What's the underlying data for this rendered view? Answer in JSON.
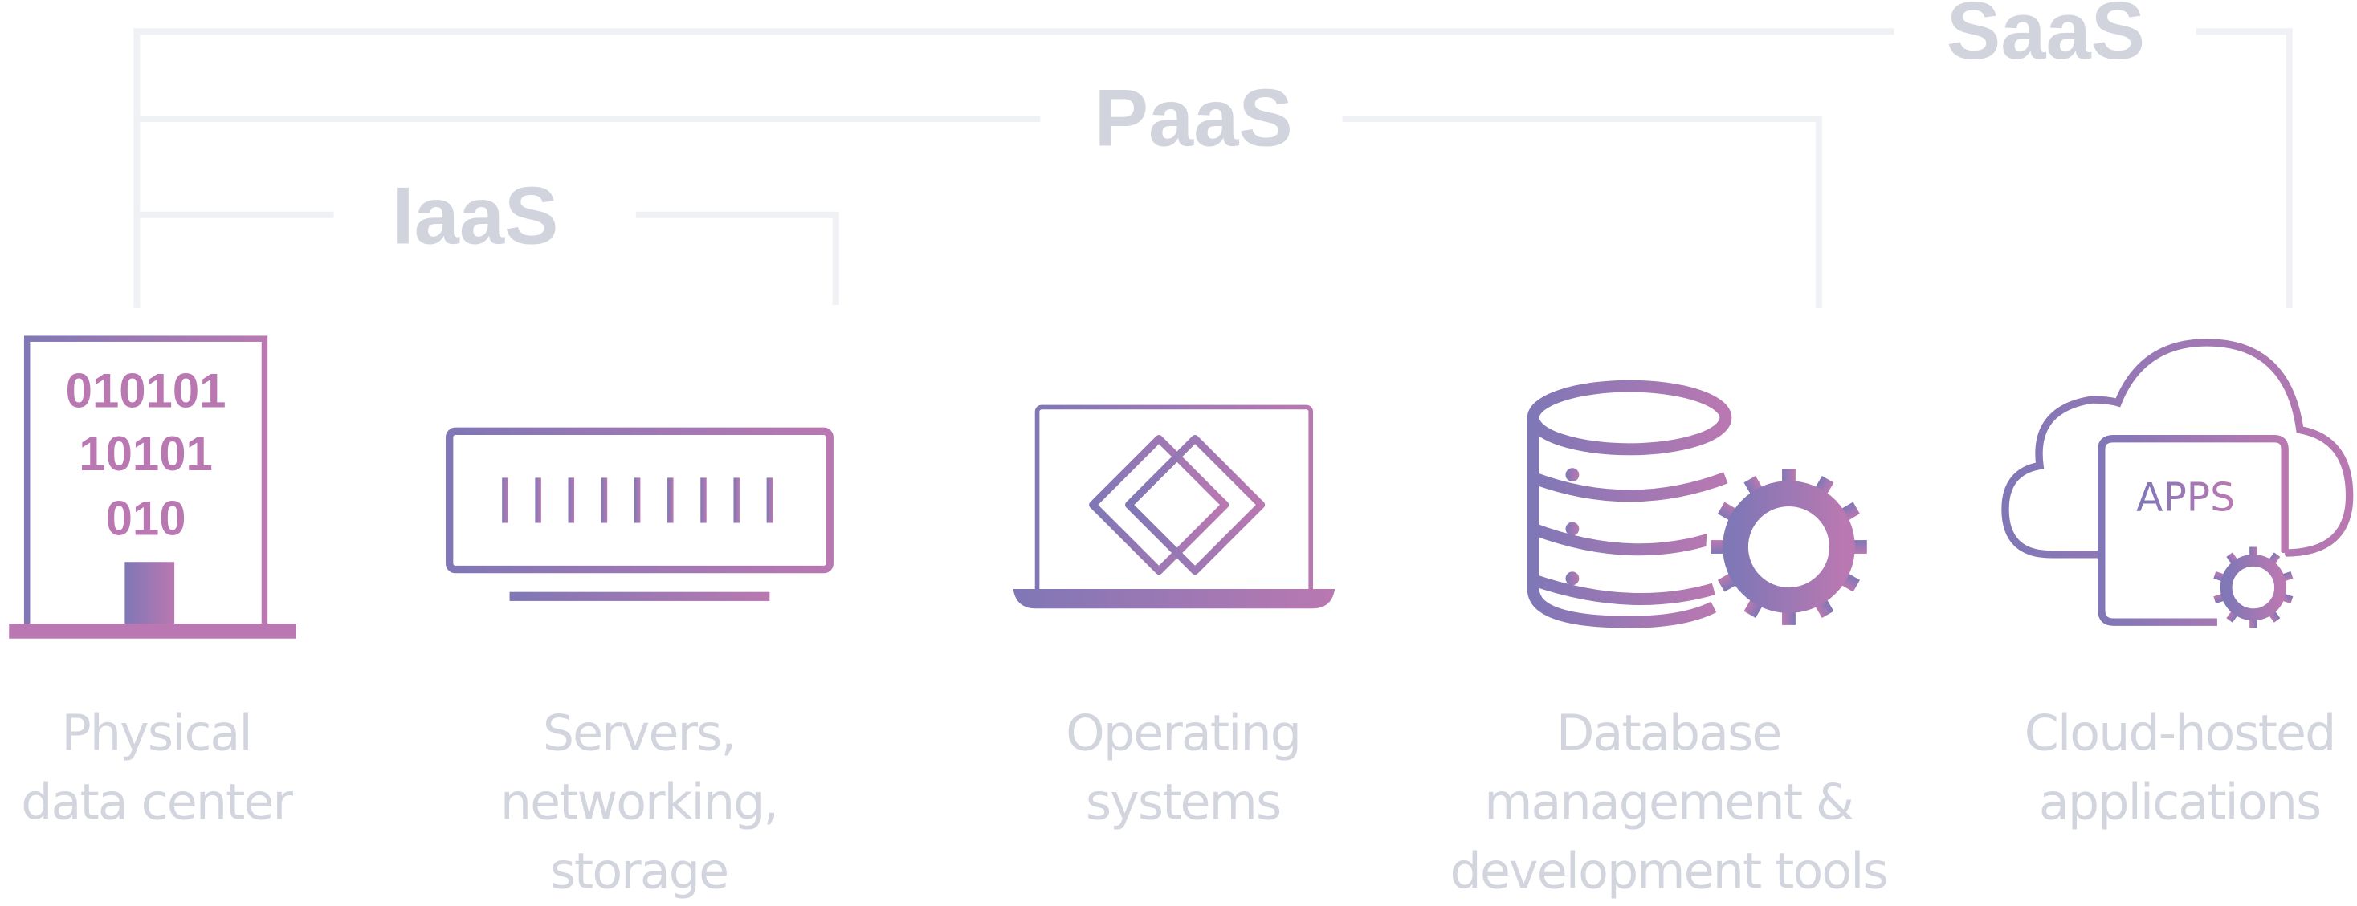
{
  "tiers": [
    {
      "label": "IaaS"
    },
    {
      "label": "PaaS"
    },
    {
      "label": "SaaS"
    }
  ],
  "layers": [
    {
      "id": "physical",
      "icon": "building-icon",
      "caption": [
        "Physical",
        "data center"
      ],
      "binary": [
        "010101",
        "10101",
        "010"
      ]
    },
    {
      "id": "servers",
      "icon": "server-icon",
      "caption": [
        "Servers,",
        "networking,",
        "storage"
      ]
    },
    {
      "id": "os",
      "icon": "laptop-icon",
      "caption": [
        "Operating",
        "systems"
      ]
    },
    {
      "id": "database",
      "icon": "database-gear-icon",
      "caption": [
        "Database",
        "management &",
        "development tools"
      ]
    },
    {
      "id": "apps",
      "icon": "cloud-apps-icon",
      "caption": [
        "Cloud-hosted",
        "applications"
      ],
      "badge": "APPS"
    }
  ],
  "colors": {
    "gradient_start": "#8077b6",
    "gradient_end": "#b978b1",
    "bracket": "#f0f1f4",
    "label": "#d2d4dd"
  }
}
